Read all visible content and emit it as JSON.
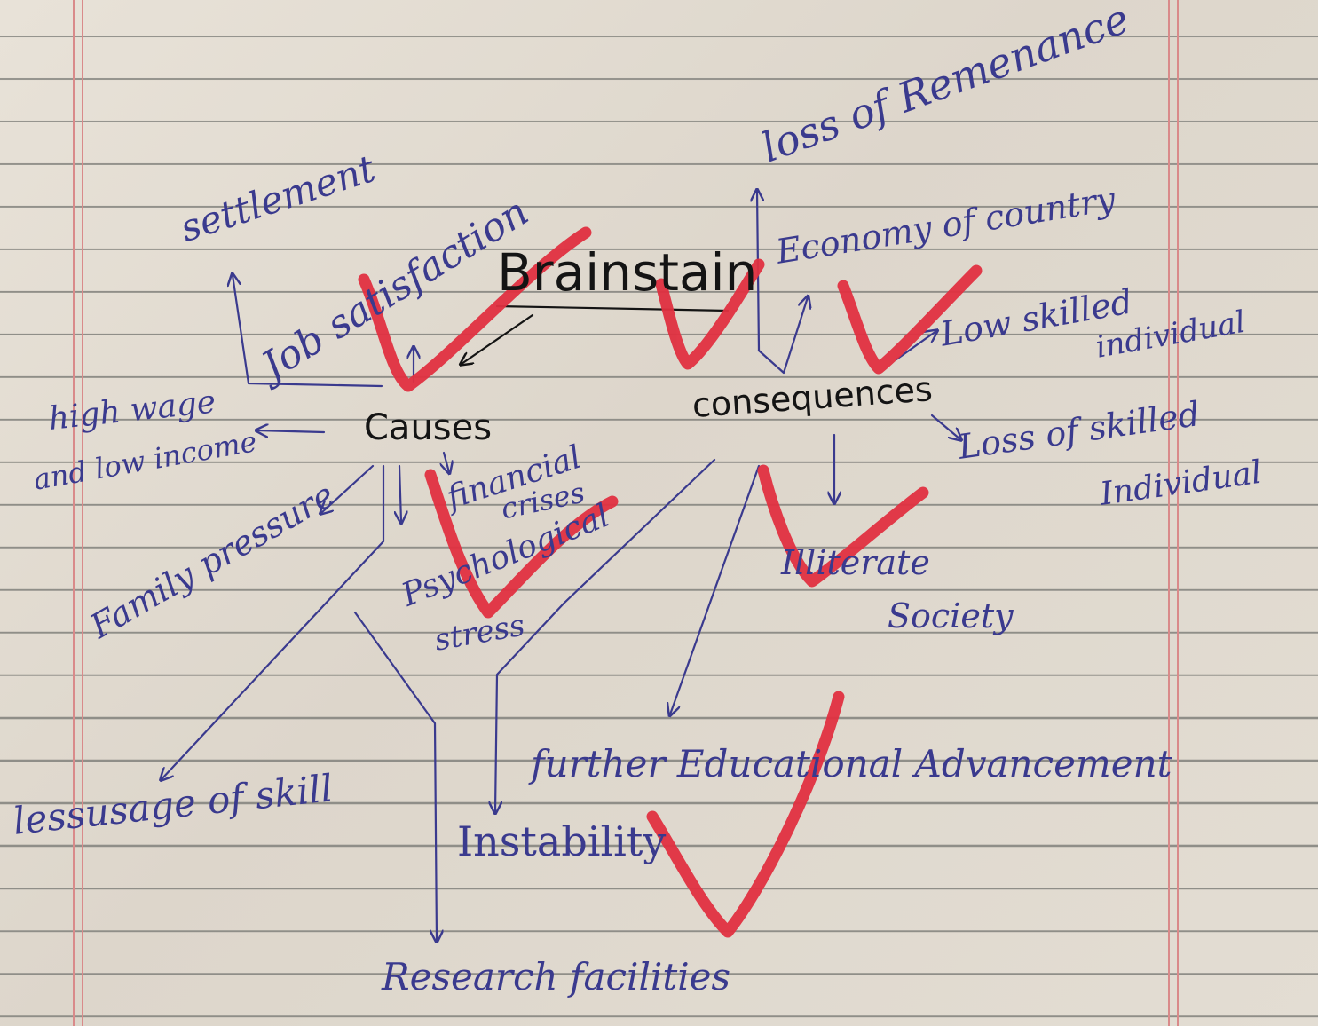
{
  "diagram": {
    "center": "Brainstain",
    "causes_label": "Causes",
    "consequences_label": "consequences",
    "causes": {
      "settlement": "settlement",
      "job_satisfaction": "Job satisfaction",
      "high_wage": "high wage",
      "low_income": "and low income",
      "financial": "financial",
      "crises": "crises",
      "family_pressure": "Family pressure",
      "psychological": "Psychological",
      "stress": "stress",
      "lessusage_of_skill": "lessusage of skill",
      "research_facilities": "Research facilities",
      "instability": "Instability"
    },
    "consequences": {
      "loss_of_remittance": "loss of Remenance",
      "economy_of_country": "Economy of country",
      "low_skilled": "Low skilled",
      "individual_1": "individual",
      "loss_of_skilled": "Loss of skilled",
      "individual_2": "Individual",
      "illiterate": "Illiterate",
      "society": "Society",
      "further_education": "further Educational Advancement"
    }
  },
  "ink_colors": {
    "pen": "#3a3a8e",
    "heading": "#141414",
    "teacher_mark": "#e03040",
    "margin_rule": "#d98a8a"
  }
}
